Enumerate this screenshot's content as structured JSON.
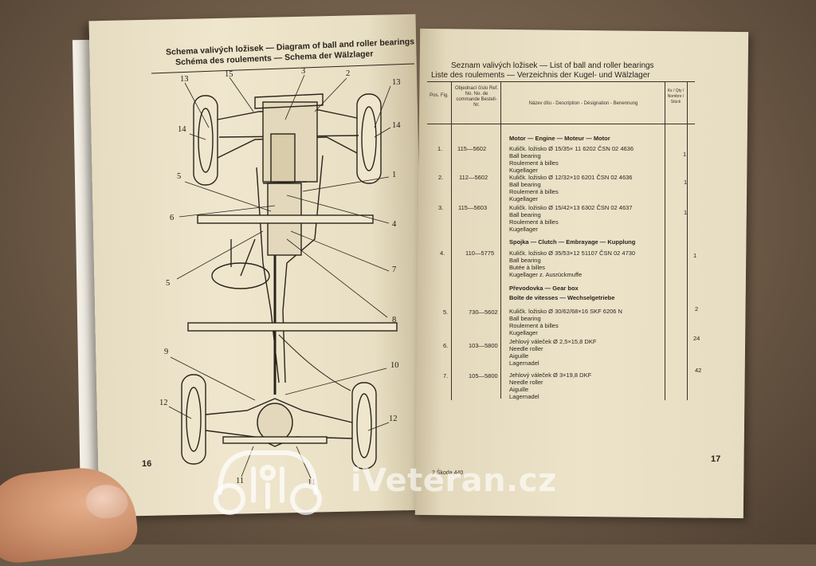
{
  "left_page": {
    "title_line1": "Schema valivých ložisek — Diagram of ball and roller bearings",
    "title_line2": "Schéma des roulements — Schema der Wälzlager",
    "page_number": "16",
    "callouts": [
      "13",
      "15",
      "3",
      "2",
      "13",
      "14",
      "14",
      "1",
      "5",
      "6",
      "4",
      "5",
      "7",
      "8",
      "9",
      "10",
      "12",
      "12",
      "11",
      "11"
    ]
  },
  "right_page": {
    "title_line1": "Seznam valivých ložisek — List of ball and roller bearings",
    "title_line2": "Liste des roulements — Verzeichnis der Kugel- und Wälzlager",
    "page_number": "17",
    "signature": "2 Škoda 440",
    "columns": {
      "pos": "Pos. Fig.",
      "order": "Objednací číslo Ref. No. No. de commande Bestell-Nr.",
      "name": "Název dílu - Description - Désignation - Benennung",
      "qty": "Ks / Qty / Nombre / Stück"
    },
    "sections": [
      {
        "heading": "Motor — Engine — Moteur — Motor"
      },
      {
        "heading": "Spojka — Clutch — Embrayage — Kupplung"
      },
      {
        "heading": "Převodovka — Gear box",
        "heading2": "Boîte de vitesses — Wechselgetriebe"
      }
    ],
    "rows": [
      {
        "pos": "1.",
        "order": "115—5602",
        "lines": [
          "Kuličk. ložisko Ø 15/35× 11 6202 ČSN 02 4636",
          "Ball bearing",
          "Roulement à billes",
          "Kugellager"
        ],
        "qty": "1"
      },
      {
        "pos": "2.",
        "order": "112—5602",
        "lines": [
          "Kuličk. ložisko Ø 12/32×10 6201 ČSN 02 4636",
          "Ball bearing",
          "Roulement à billes",
          "Kugellager"
        ],
        "qty": "1"
      },
      {
        "pos": "3.",
        "order": "115—5603",
        "lines": [
          "Kuličk. ložisko Ø 15/42×13 6302 ČSN 02 4637",
          "Ball bearing",
          "Roulement à billes",
          "Kugellager"
        ],
        "qty": "1"
      },
      {
        "pos": "4.",
        "order": "110—5775",
        "lines": [
          "Kuličk. ložisko Ø 35/53×12 51107 ČSN 02 4730",
          "Ball bearing",
          "Butée à billes",
          "Kugellager z. Ausrückmuffe"
        ],
        "qty": "1"
      },
      {
        "pos": "5.",
        "order": "730—5602",
        "lines": [
          "Kuličk. ložisko Ø 30/62/68×16 SKF 6206 N",
          "Ball bearing",
          "Roulement à billes",
          "Kugellager"
        ],
        "qty": "2"
      },
      {
        "pos": "6.",
        "order": "103—5800",
        "lines": [
          "Jehlový váleček Ø 2,5×15,8 DKF",
          "Needle roller",
          "Aiguille",
          "Lagernadel"
        ],
        "qty": "24"
      },
      {
        "pos": "7.",
        "order": "105—5800",
        "lines": [
          "Jehlový váleček Ø 3×19,8 DKF",
          "Needle roller",
          "Aiguille",
          "Lagernadel"
        ],
        "qty": "42"
      }
    ]
  },
  "watermark": {
    "text": "iVeteran.cz",
    "icon": "vintage-car-logo"
  }
}
